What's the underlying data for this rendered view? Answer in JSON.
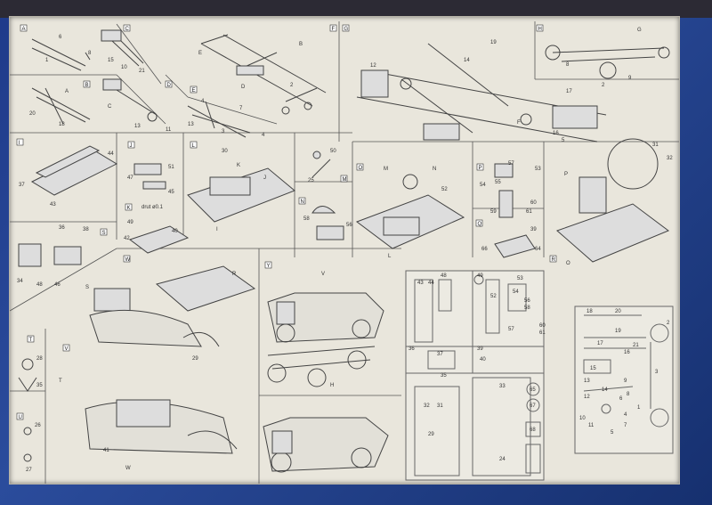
{
  "panels": [
    {
      "id": "A",
      "parts": [
        "1",
        "6",
        "8"
      ]
    },
    {
      "id": "C",
      "parts": [
        "15",
        "10",
        "21"
      ]
    },
    {
      "id": "F",
      "parts": [
        "E",
        "B",
        "D",
        "2"
      ]
    },
    {
      "id": "B",
      "parts": [
        "A",
        "20",
        "18"
      ]
    },
    {
      "id": "D",
      "parts": [
        "C",
        "13",
        "11",
        "13"
      ]
    },
    {
      "id": "E",
      "parts": [
        "4",
        "7",
        "3",
        "4"
      ]
    },
    {
      "id": "G",
      "parts": [
        "12",
        "19",
        "14",
        "17",
        "16",
        "F",
        "5"
      ]
    },
    {
      "id": "H",
      "parts": [
        "G",
        "2",
        "8",
        "9"
      ]
    },
    {
      "id": "I",
      "parts": [
        "37",
        "44",
        "43"
      ]
    },
    {
      "id": "J",
      "parts": [
        "47",
        "51",
        "45"
      ]
    },
    {
      "id": "L",
      "parts": [
        "30",
        "K",
        "J",
        "I"
      ]
    },
    {
      "id": "M",
      "parts": [
        "50",
        "25"
      ]
    },
    {
      "id": "N",
      "parts": [
        "58",
        "56"
      ]
    },
    {
      "id": "O",
      "parts": [
        "M",
        "N",
        "52",
        "L"
      ]
    },
    {
      "id": "P",
      "parts": [
        "57",
        "53",
        "54",
        "55",
        "60",
        "59",
        "61"
      ]
    },
    {
      "id": "Q",
      "parts": [
        "39",
        "66",
        "64"
      ]
    },
    {
      "id": "R",
      "parts": [
        "P",
        "O",
        "31",
        "32"
      ]
    },
    {
      "id": "S",
      "parts": [
        "36",
        "38",
        "34",
        "48",
        "46"
      ]
    },
    {
      "id": "K",
      "parts": [
        "drut ø0.1",
        "49",
        "42",
        "40"
      ]
    },
    {
      "id": "W",
      "parts": [
        "R",
        "29",
        "S"
      ]
    },
    {
      "id": "Y",
      "parts": [
        "V",
        "H"
      ]
    },
    {
      "id": "T",
      "parts": [
        "28",
        "35"
      ]
    },
    {
      "id": "V",
      "parts": [
        "T",
        "41",
        "W"
      ]
    },
    {
      "id": "U",
      "parts": [
        "26",
        "27"
      ]
    }
  ],
  "sprue_numbers": [
    "43",
    "44",
    "48",
    "49",
    "52",
    "53",
    "54",
    "56",
    "58",
    "60",
    "61",
    "57",
    "36",
    "37",
    "39",
    "40",
    "35",
    "32",
    "31",
    "33",
    "65",
    "67",
    "68",
    "29",
    "24",
    "18",
    "20",
    "19",
    "21",
    "17",
    "16",
    "15",
    "13",
    "14",
    "12",
    "10",
    "11",
    "9",
    "2",
    "1",
    "3",
    "7",
    "6",
    "8",
    "4",
    "5"
  ]
}
